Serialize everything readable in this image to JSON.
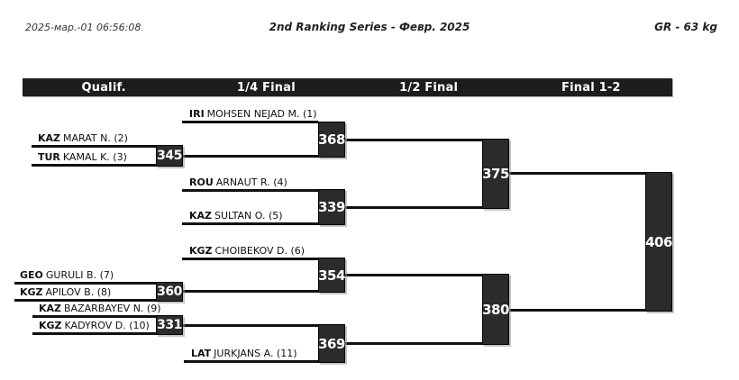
{
  "header": {
    "timestamp": "2025-мар.-01 06:56:08",
    "title": "2nd Ranking Series - Февр. 2025",
    "weight_category": "GR - 63 kg"
  },
  "rounds": [
    {
      "label": "Qualif."
    },
    {
      "label": "1/4 Final"
    },
    {
      "label": "1/2 Final"
    },
    {
      "label": "Final 1-2"
    }
  ],
  "entries": [
    {
      "country": "IRI",
      "name": "MOHSEN NEJAD M. (1)"
    },
    {
      "country": "KAZ",
      "name": "MARAT N. (2)"
    },
    {
      "country": "TUR",
      "name": "KAMAL K. (3)"
    },
    {
      "country": "ROU",
      "name": "ARNAUT R. (4)"
    },
    {
      "country": "KAZ",
      "name": "SULTAN O. (5)"
    },
    {
      "country": "KGZ",
      "name": "CHOIBEKOV D. (6)"
    },
    {
      "country": "GEO",
      "name": "GURULI B. (7)"
    },
    {
      "country": "KGZ",
      "name": "APILOV B. (8)"
    },
    {
      "country": "KAZ",
      "name": "BAZARBAYEV N. (9)"
    },
    {
      "country": "KGZ",
      "name": "KADYROV D. (10)"
    },
    {
      "country": "LAT",
      "name": "JURKJANS A. (11)"
    }
  ],
  "matches": {
    "qualification": [
      {
        "number": "345"
      },
      {
        "number": "360"
      },
      {
        "number": "331"
      }
    ],
    "quarterfinal": [
      {
        "number": "368"
      },
      {
        "number": "339"
      },
      {
        "number": "354"
      },
      {
        "number": "369"
      }
    ],
    "semifinal": [
      {
        "number": "375"
      },
      {
        "number": "380"
      }
    ],
    "final": [
      {
        "number": "406"
      }
    ]
  },
  "colors": {
    "header_bar": "#1d1d1d",
    "match_box": "#2b2b2b",
    "line": "#111111",
    "match_number_text": "#ffffff"
  }
}
